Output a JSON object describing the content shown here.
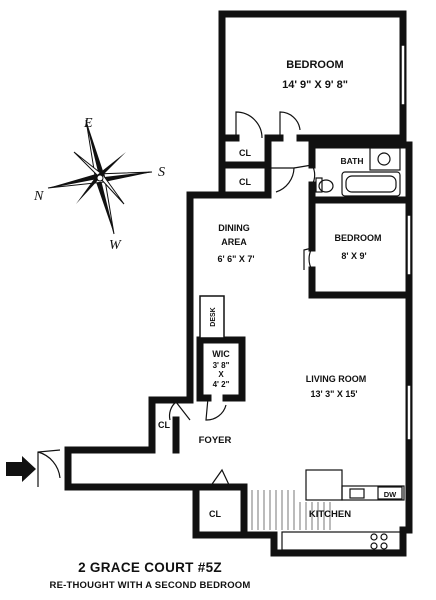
{
  "rooms": {
    "bedroom1": {
      "name": "BEDROOM",
      "dims": "14' 9\" X 9' 8\""
    },
    "bedroom2": {
      "name": "BEDROOM",
      "dims": "8' X 9'"
    },
    "bath": {
      "name": "BATH"
    },
    "dining": {
      "name_line1": "DINING",
      "name_line2": "AREA",
      "dims": "6' 6\" X 7'"
    },
    "living": {
      "name": "LIVING ROOM",
      "dims": "13' 3\" X 15'"
    },
    "wic": {
      "name": "WIC",
      "dims_line1": "3' 8\"",
      "dims_line2": "X",
      "dims_line3": "4' 2\""
    },
    "desk": {
      "name": "DESK"
    },
    "closets": {
      "cl1": "CL",
      "cl2": "CL",
      "cl3": "CL",
      "cl4": "CL"
    },
    "foyer": {
      "name": "FOYER"
    },
    "kitchen": {
      "name": "KITCHEN"
    },
    "dw": {
      "name": "DW"
    }
  },
  "compass": {
    "east": "E",
    "south": "S",
    "north": "N",
    "west": "W"
  },
  "caption": {
    "title": "2 GRACE COURT #5Z",
    "subtitle": "RE-THOUGHT WITH A SECOND BEDROOM"
  }
}
